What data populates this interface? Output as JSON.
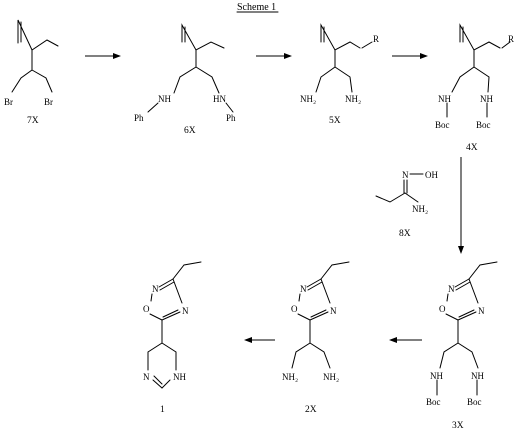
{
  "title": "Scheme 1",
  "compounds": [
    {
      "id": "7X",
      "label": "7X",
      "atoms": {
        "br1": "Br",
        "br2": "Br"
      }
    },
    {
      "id": "6X",
      "label": "6X",
      "atoms": {
        "nh1": "NH",
        "nh2": "HN",
        "ph1": "Ph",
        "ph2": "Ph"
      }
    },
    {
      "id": "5X",
      "label": "5X",
      "atoms": {
        "r": "R",
        "nh2a": "NH₂",
        "nh2b": "NH₂"
      }
    },
    {
      "id": "4X",
      "label": "4X",
      "atoms": {
        "r": "R",
        "nh1": "NH",
        "nh2": "NH",
        "boc1": "Boc",
        "boc2": "Boc"
      }
    },
    {
      "id": "8X",
      "label": "8X",
      "atoms": {
        "n": "N",
        "oh": "OH",
        "nh2": "NH₂"
      }
    },
    {
      "id": "3X",
      "label": "3X",
      "atoms": {
        "n": "N",
        "o": "O",
        "n2": "N",
        "nh1": "NH",
        "nh2": "NH",
        "boc1": "Boc",
        "boc2": "Boc"
      }
    },
    {
      "id": "2X",
      "label": "2X",
      "atoms": {
        "n": "N",
        "o": "O",
        "n2": "N",
        "nh2a": "NH₂",
        "nh2b": "NH₂"
      }
    },
    {
      "id": "1",
      "label": "1",
      "atoms": {
        "n": "N",
        "o": "O",
        "n2": "N",
        "n3": "N",
        "nh": "NH"
      }
    }
  ]
}
